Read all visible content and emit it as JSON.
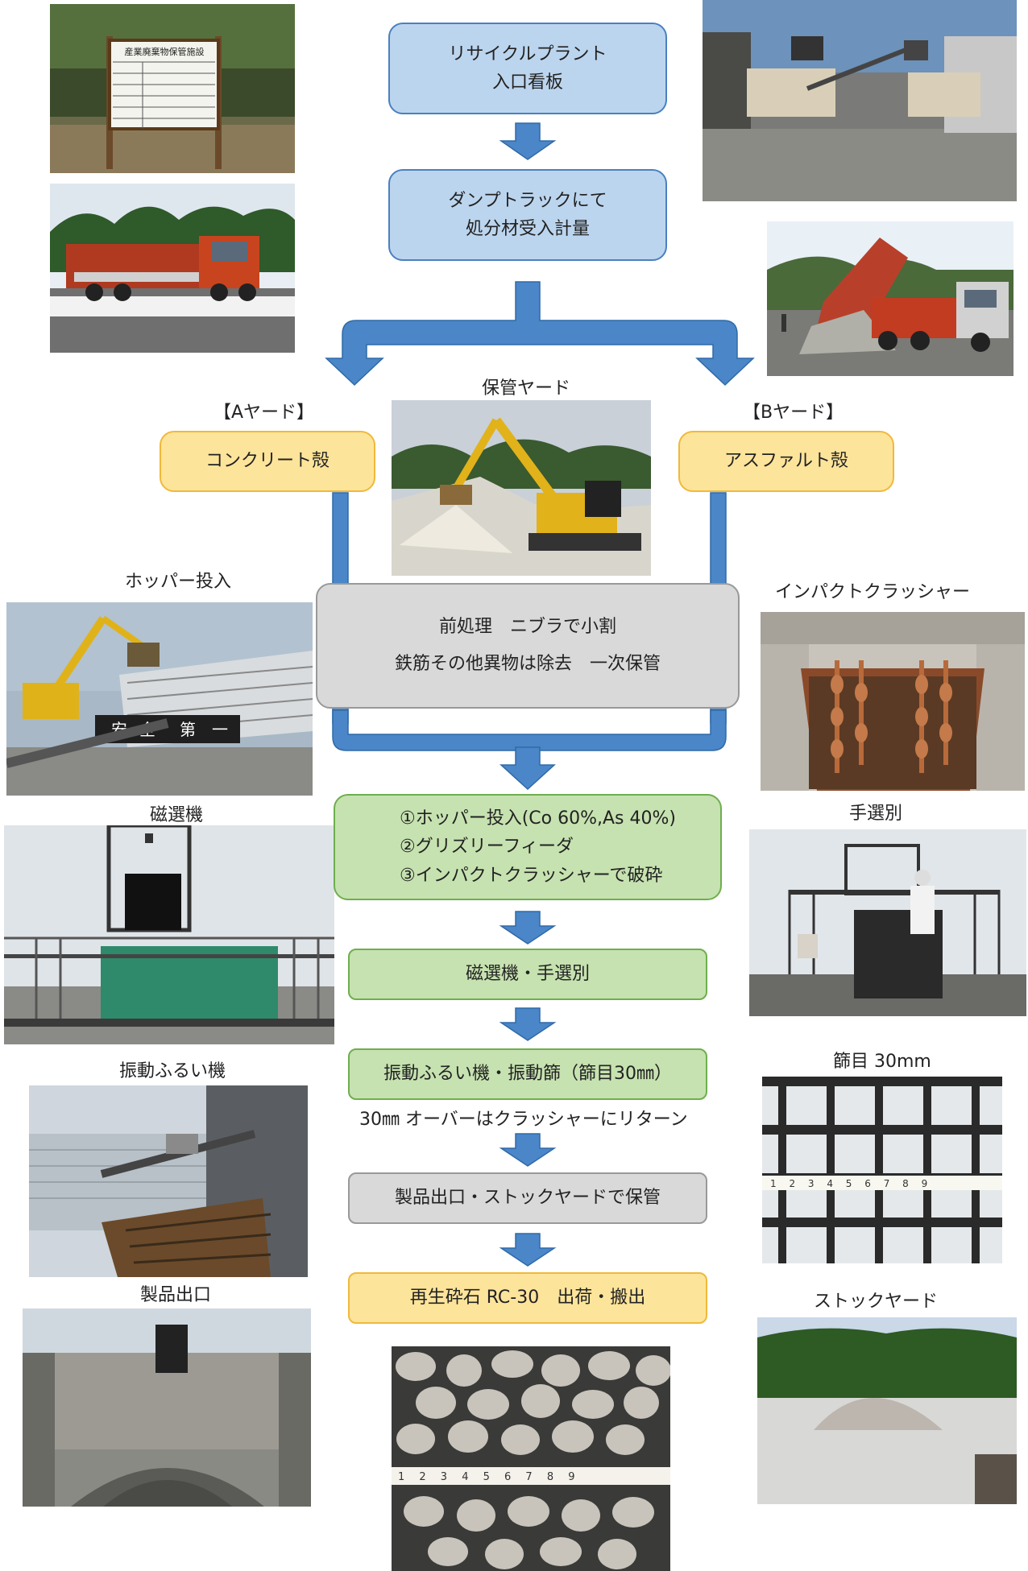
{
  "flow": {
    "entrance": [
      "リサイクルプラント",
      "入口看板"
    ],
    "receive": [
      "ダンプトラックにて",
      "処分材受入計量"
    ],
    "yard_a_label": "【Aヤード】",
    "yard_a_box": "コンクリート殻",
    "yard_b_label": "【Bヤード】",
    "yard_b_box": "アスファルト殻",
    "storage_yard_label": "保管ヤード",
    "pretreat": [
      "前処理　ニブラで小割",
      "鉄筋その他異物は除去　一次保管"
    ],
    "crush": [
      "①ホッパー投入(Co 60%,As 40%)",
      "②グリズリーフィーダ",
      "③インパクトクラッシャーで破砕"
    ],
    "magnet": "磁選機・手選別",
    "screen": "振動ふるい機・振動篩（篩目30㎜）",
    "return_note": "30㎜ オーバーはクラッシャーにリターン",
    "product_out": "製品出口・ストックヤードで保管",
    "final": "再生砕石 RC-30　出荷・搬出"
  },
  "photo_labels": {
    "hopper": "ホッパー投入",
    "impact": "インパクトクラッシャー",
    "magnet": "磁選機",
    "handsort": "手選別",
    "vibro": "振動ふるい機",
    "mesh": "篩目 30mm",
    "product": "製品出口",
    "stock": "ストックヤード"
  },
  "photos": {
    "sign_text": "産業廃棄物保管施設",
    "safety_text": [
      "安",
      "全",
      "第",
      "一"
    ],
    "ruler_digits": "1 2 3 4 5 6 7 8 9"
  },
  "colors": {
    "arrow_blue": "#4a86c8",
    "box_blue": "#bcd5ee",
    "box_yellow": "#fde49b",
    "box_gray": "#d9d9d9",
    "box_green": "#c6e2b0"
  }
}
